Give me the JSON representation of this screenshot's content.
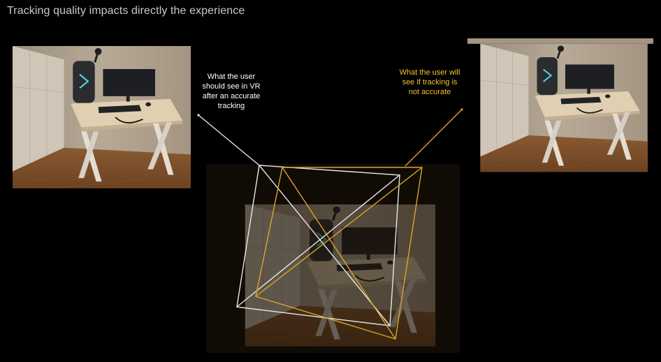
{
  "title": "Tracking quality impacts directly the experience",
  "captions": {
    "accurate": [
      "What the user",
      "should see in VR",
      "after an accurate",
      "tracking"
    ],
    "inaccurate": [
      "What the user will",
      "see if tracking is",
      "not accurate"
    ]
  },
  "colors": {
    "background": "#000000",
    "title": "#c9c9c9",
    "accurate": "#ffffff",
    "inaccurate": "#f2c230"
  }
}
